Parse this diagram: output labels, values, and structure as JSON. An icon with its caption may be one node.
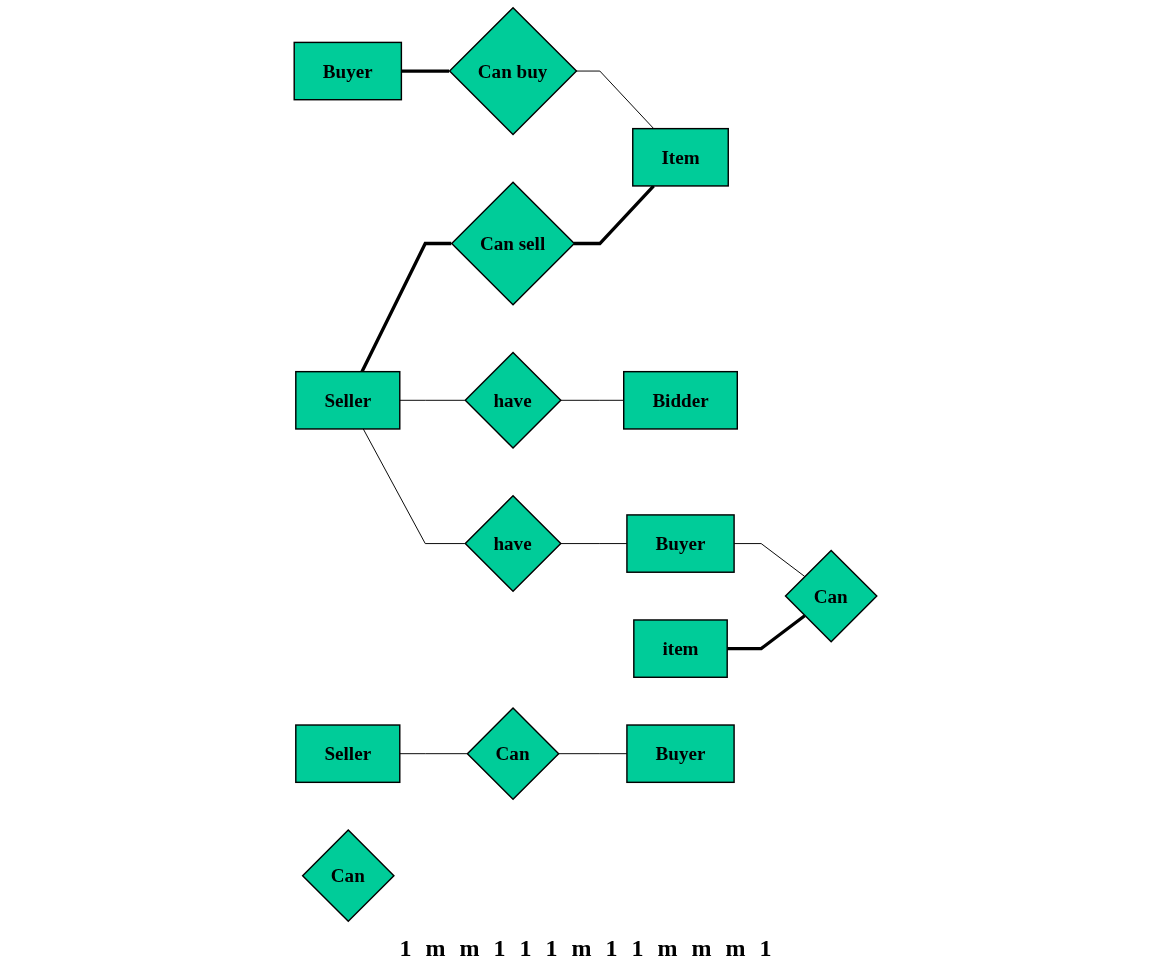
{
  "diagram": {
    "nodes": [
      {
        "text": [
          "Buyer"
        ]
      },
      {
        "text": [
          "Can buy"
        ]
      },
      {
        "text": [
          "Item"
        ]
      },
      {
        "text": [
          "Seller"
        ]
      },
      {
        "text": [
          "Can sell"
        ]
      },
      {
        "text": [
          "have"
        ]
      },
      {
        "text": [
          "Bidder"
        ]
      },
      {
        "text": [
          "have"
        ]
      },
      {
        "text": [
          "Buyer"
        ]
      },
      {
        "text": [
          "Seller"
        ]
      },
      {
        "text": [
          "Can"
        ]
      },
      {
        "text": [
          "item"
        ]
      },
      {
        "text": [
          "Can"
        ]
      },
      {
        "text": [
          "Can"
        ]
      },
      {
        "text": [
          "Buyer"
        ]
      }
    ],
    "edges": [
      {
        "from": 0,
        "to": 1,
        "arrow": "none",
        "style": "thick"
      },
      {
        "from": 1,
        "to": 2,
        "arrow": "none"
      },
      {
        "from": 3,
        "to": 4,
        "arrow": "none",
        "style": "thick"
      },
      {
        "from": 4,
        "to": 2,
        "arrow": "none",
        "style": "thick"
      },
      {
        "from": 3,
        "to": 5,
        "arrow": "none"
      },
      {
        "from": 5,
        "to": 6,
        "arrow": "none"
      },
      {
        "from": 3,
        "to": 7,
        "arrow": "none"
      },
      {
        "from": 7,
        "to": 8,
        "arrow": "none"
      },
      {
        "from": 8,
        "to": 12,
        "arrow": "none"
      },
      {
        "from": 11,
        "to": 12,
        "arrow": "none",
        "style": "thick"
      },
      {
        "from": 9,
        "to": 13,
        "arrow": "none"
      },
      {
        "from": 13,
        "to": 14,
        "arrow": "none"
      }
    ],
    "labels": [
      "1",
      "m",
      "m",
      "1",
      "1",
      "1",
      "m",
      "1",
      "1",
      "m",
      "m",
      "m",
      "1"
    ]
  }
}
